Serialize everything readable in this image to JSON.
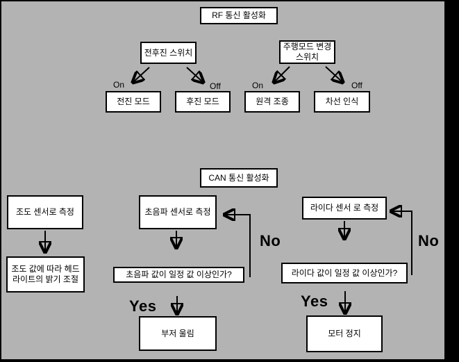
{
  "colors": {
    "background": "#000000",
    "canvas": "#b3b3b3",
    "node_fill": "#ffffff",
    "node_border": "#000000",
    "text": "#000000"
  },
  "nodes": {
    "rf_comm": {
      "label": "RF 통신 활성화"
    },
    "fwd_rev_switch": {
      "label": "전후진 스위치"
    },
    "drive_mode_switch": {
      "line1": "주행모드 변경",
      "line2": "스위치"
    },
    "forward_mode": {
      "label": "전진 모드"
    },
    "reverse_mode": {
      "label": "후진 모드"
    },
    "remote_control": {
      "label": "원격 조종"
    },
    "lane_recognition": {
      "label": "차선 인식"
    },
    "can_comm": {
      "label": "CAN 통신 활성화"
    },
    "illuminance_sensor": {
      "label": "조도 센서로 측정"
    },
    "headlight_adjust": {
      "line1": "조도 값에 따라 헤드",
      "line2": "라이트의 밝기 조절"
    },
    "ultrasonic_sensor": {
      "label": "초음파 센서로 측정"
    },
    "ultrasonic_question": {
      "label": "초음파 값이 일정 값 이상인가?"
    },
    "buzzer": {
      "label": "부저 울림"
    },
    "lidar_sensor": {
      "label": "라이다 센서 로 측정"
    },
    "lidar_question": {
      "label": "라이다 값이 일정 값 이상인가?"
    },
    "motor_stop": {
      "label": "모터 정지"
    }
  },
  "edge_labels": {
    "fwd_on": "On",
    "fwd_off": "Off",
    "drive_on": "On",
    "drive_off": "Off",
    "ultrasonic_no": "No",
    "ultrasonic_yes": "Yes",
    "lidar_no": "No",
    "lidar_yes": "Yes"
  }
}
